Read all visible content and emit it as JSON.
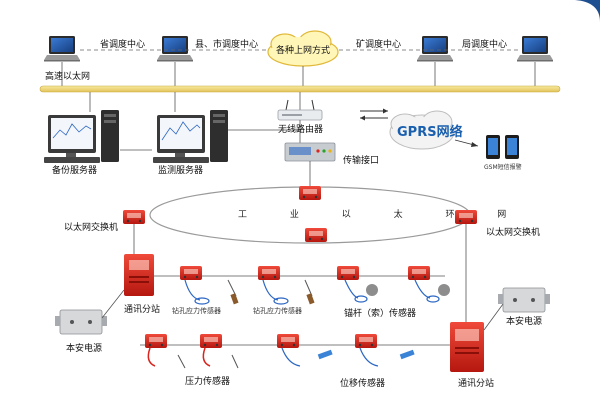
{
  "top": {
    "provincial": "省调度中心",
    "county_city": "县、市调度中心",
    "cloud": "各种上网方式",
    "mine": "矿调度中心",
    "bureau": "局调度中心",
    "highway_ethernet": "高速以太网"
  },
  "servers": {
    "backup": "备份服务器",
    "monitor": "监测服务器"
  },
  "network": {
    "router": "无线路由器",
    "gprs": "GPRS网络",
    "transmission": "传输接口",
    "gsm_alarm": "GSM短信报警"
  },
  "ring": {
    "label": "工 业 以 太 环 网"
  },
  "field": {
    "switch_left": "以太网交换机",
    "switch_right": "以太网交换机",
    "substation_top": "通讯分站",
    "substation_bottom": "通讯分站",
    "power_left": "本安电源",
    "power_right": "本安电源",
    "drill_sensor_1": "钻孔应力传感器",
    "drill_sensor_2": "钻孔应力传感器",
    "anchor_sensor": "锚杆（索）传感器",
    "pressure_sensor": "压力传感器",
    "displacement_sensor": "位移传感器"
  },
  "colors": {
    "bus": "#f1d77a",
    "device_red": "#d9251f",
    "cable_blue": "#2c67c4",
    "gprs_text": "#1a5fae",
    "corner": "#1e4f90"
  }
}
